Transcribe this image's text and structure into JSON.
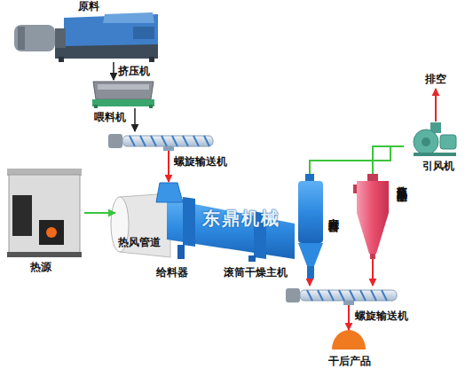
{
  "diagram": {
    "nodes": [
      {
        "text": [
          "原料"
        ]
      },
      {
        "text": [
          "喂料机"
        ]
      },
      {
        "text": [
          "螺旋输送机"
        ]
      },
      {
        "text": [
          "热源"
        ]
      },
      {
        "text": [
          "滚筒干燥主机"
        ]
      },
      {
        "text": [
          "密封排料器"
        ]
      },
      {
        "text": [
          "高效旋风除尘器"
        ]
      },
      {
        "text": [
          "引风机"
        ]
      },
      {
        "text": [
          "螺旋输送机"
        ]
      },
      {
        "text": [
          "干后产品"
        ]
      }
    ],
    "edges": [
      {
        "from": 0,
        "to": 1,
        "arrow": "to",
        "label": "挤压机"
      },
      {
        "from": 1,
        "to": 2,
        "arrow": "to"
      },
      {
        "from": 2,
        "to": 4,
        "arrow": "to"
      },
      {
        "from": 3,
        "to": 4,
        "arrow": "to"
      },
      {
        "from": 5,
        "to": 7,
        "arrow": "none"
      },
      {
        "from": 6,
        "to": 7,
        "arrow": "none"
      },
      {
        "from": 5,
        "to": 8,
        "arrow": "to"
      },
      {
        "from": 6,
        "to": 8,
        "arrow": "to"
      },
      {
        "from": 8,
        "to": 9,
        "arrow": "to"
      }
    ],
    "labels": [
      "热风管道",
      "给料器",
      "东鼎机械",
      "排空"
    ]
  }
}
